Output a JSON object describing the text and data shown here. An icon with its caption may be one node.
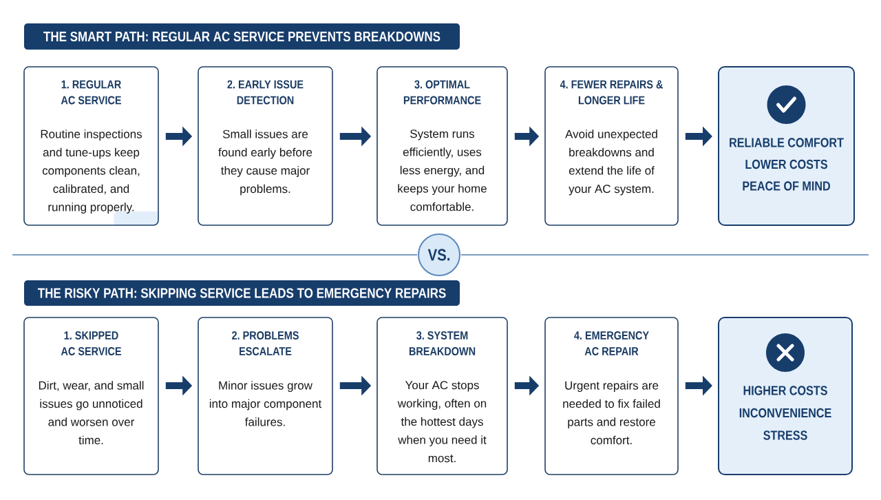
{
  "diagram": {
    "nodes": [
      {
        "text": [
          "THE SMART PATH: REGULAR AC SERVICE PREVENTS BREAKDOWNS"
        ]
      },
      {
        "text": [
          "1. REGULAR AC SERVICE",
          "Routine inspections and tune-ups keep components clean, calibrated, and running properly."
        ]
      },
      {
        "text": [
          "2. EARLY ISSUE DETECTION",
          "Small issues are found early before they cause major problems."
        ]
      },
      {
        "text": [
          "3. OPTIMAL PERFORMANCE",
          "System runs efficiently, uses less energy, and keeps your home comfortable."
        ]
      },
      {
        "text": [
          "4. FEWER REPAIRS & LONGER LIFE",
          "Avoid unexpected breakdowns and extend the life of your AC system."
        ]
      },
      {
        "text": [
          "RELIABLE COMFORT",
          "LOWER COSTS",
          "PEACE OF MIND"
        ]
      },
      {
        "text": [
          "VS."
        ]
      },
      {
        "text": [
          "THE RISKY PATH: SKIPPING SERVICE LEADS TO EMERGENCY REPAIRS"
        ]
      },
      {
        "text": [
          "1. SKIPPED AC SERVICE",
          "Dirt, wear, and small issues go unnoticed and worsen over time."
        ]
      },
      {
        "text": [
          "2. PROBLEMS ESCALATE",
          "Minor issues grow into major component failures."
        ]
      },
      {
        "text": [
          "3. SYSTEM BREAKDOWN",
          "Your AC stops working, often on the hottest days when you need it most."
        ]
      },
      {
        "text": [
          "4. EMERGENCY AC REPAIR",
          "Urgent repairs are needed to fix failed parts and restore comfort."
        ]
      },
      {
        "text": [
          "HIGHER COSTS",
          "INCONVENIENCE",
          "STRESS"
        ]
      }
    ],
    "edges": [
      {
        "from": 1,
        "to": 2,
        "arrow": "to"
      },
      {
        "from": 2,
        "to": 3,
        "arrow": "to"
      },
      {
        "from": 3,
        "to": 4,
        "arrow": "to"
      },
      {
        "from": 4,
        "to": 5,
        "arrow": "to"
      },
      {
        "from": 8,
        "to": 9,
        "arrow": "to"
      },
      {
        "from": 9,
        "to": 10,
        "arrow": "to"
      },
      {
        "from": 10,
        "to": 11,
        "arrow": "to"
      },
      {
        "from": 11,
        "to": 12,
        "arrow": "to"
      }
    ]
  }
}
